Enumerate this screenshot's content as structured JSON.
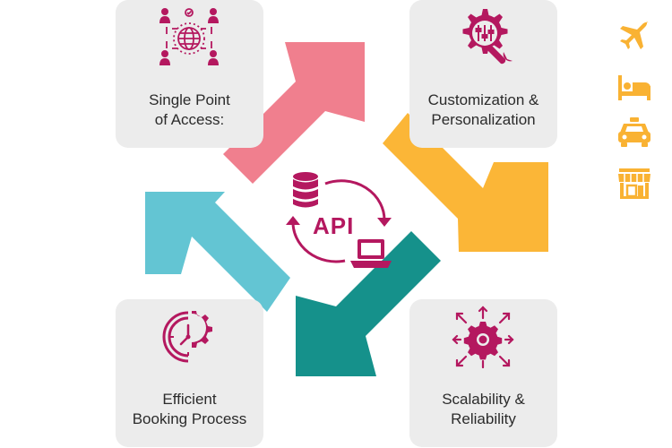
{
  "colors": {
    "primary": "#b4185f",
    "arrow_pink": "#f07f8e",
    "arrow_orange": "#fbb637",
    "arrow_teal": "#15918b",
    "arrow_blue": "#63c5d3",
    "side_icon": "#f9b233",
    "card_bg": "#ececec"
  },
  "center": {
    "label": "API",
    "icons": [
      "database-icon",
      "laptop-icon",
      "cycle-arrows-icon"
    ]
  },
  "cards": {
    "top_left": {
      "line1": "Single Point",
      "line2": "of Access:",
      "icon": "network-globe-icon"
    },
    "top_right": {
      "line1": "Customization &",
      "line2": "Personalization",
      "icon": "gear-wrench-icon"
    },
    "bottom_left": {
      "line1": "Efficient",
      "line2": "Booking Process",
      "icon": "clock-gear-icon"
    },
    "bottom_right": {
      "line1": "Scalability &",
      "line2": "Reliability",
      "icon": "gear-expand-icon"
    }
  },
  "side_icons": [
    "airplane-icon",
    "bed-icon",
    "taxi-icon",
    "store-icon"
  ]
}
